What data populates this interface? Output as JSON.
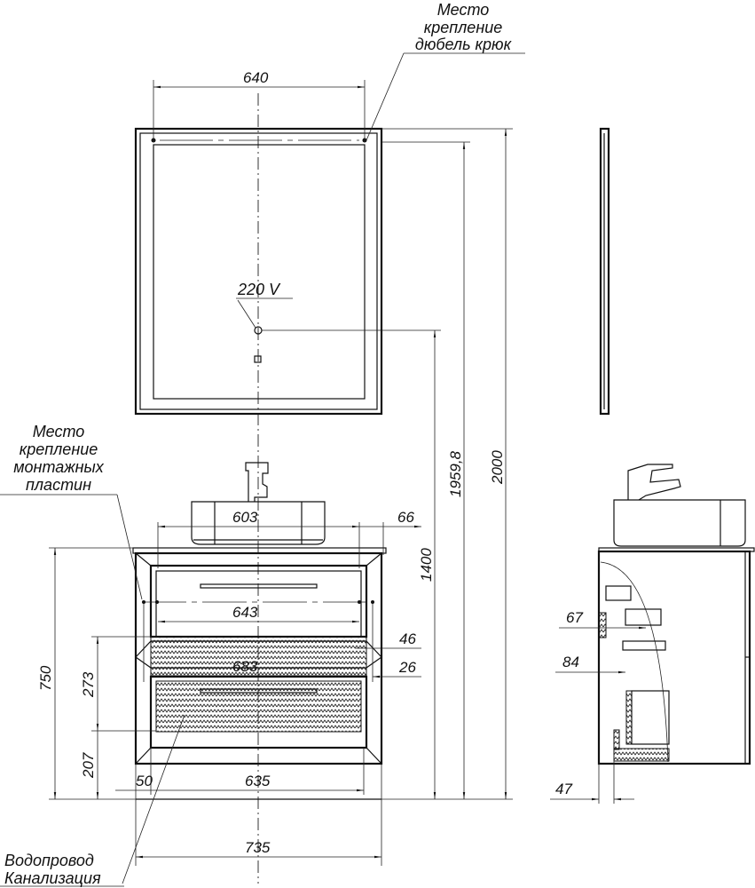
{
  "labels": {
    "mirror_mount": [
      "Место",
      "крепление",
      "дюбель крюк"
    ],
    "voltage": "220 V",
    "plate_mount": [
      "Место",
      "крепление",
      "монтажных",
      "пластин"
    ],
    "utilities": [
      "Водопровод",
      "Канализация"
    ]
  },
  "dimensions": {
    "mirror_width": "640",
    "total_height": "2000",
    "mirror_top_height": "1959,8",
    "socket_height": "1400",
    "basin_width": "603",
    "basin_offset": "66",
    "drawer_width": "643",
    "drawer_gap": "46",
    "mount_width": "683",
    "band": "26",
    "cabinet_height": "750",
    "upper_utility": "273",
    "lower_utility": "207",
    "side_offset": "50",
    "lower_width": "635",
    "cabinet_width": "735",
    "side_67": "67",
    "side_84": "84",
    "side_47": "47"
  }
}
